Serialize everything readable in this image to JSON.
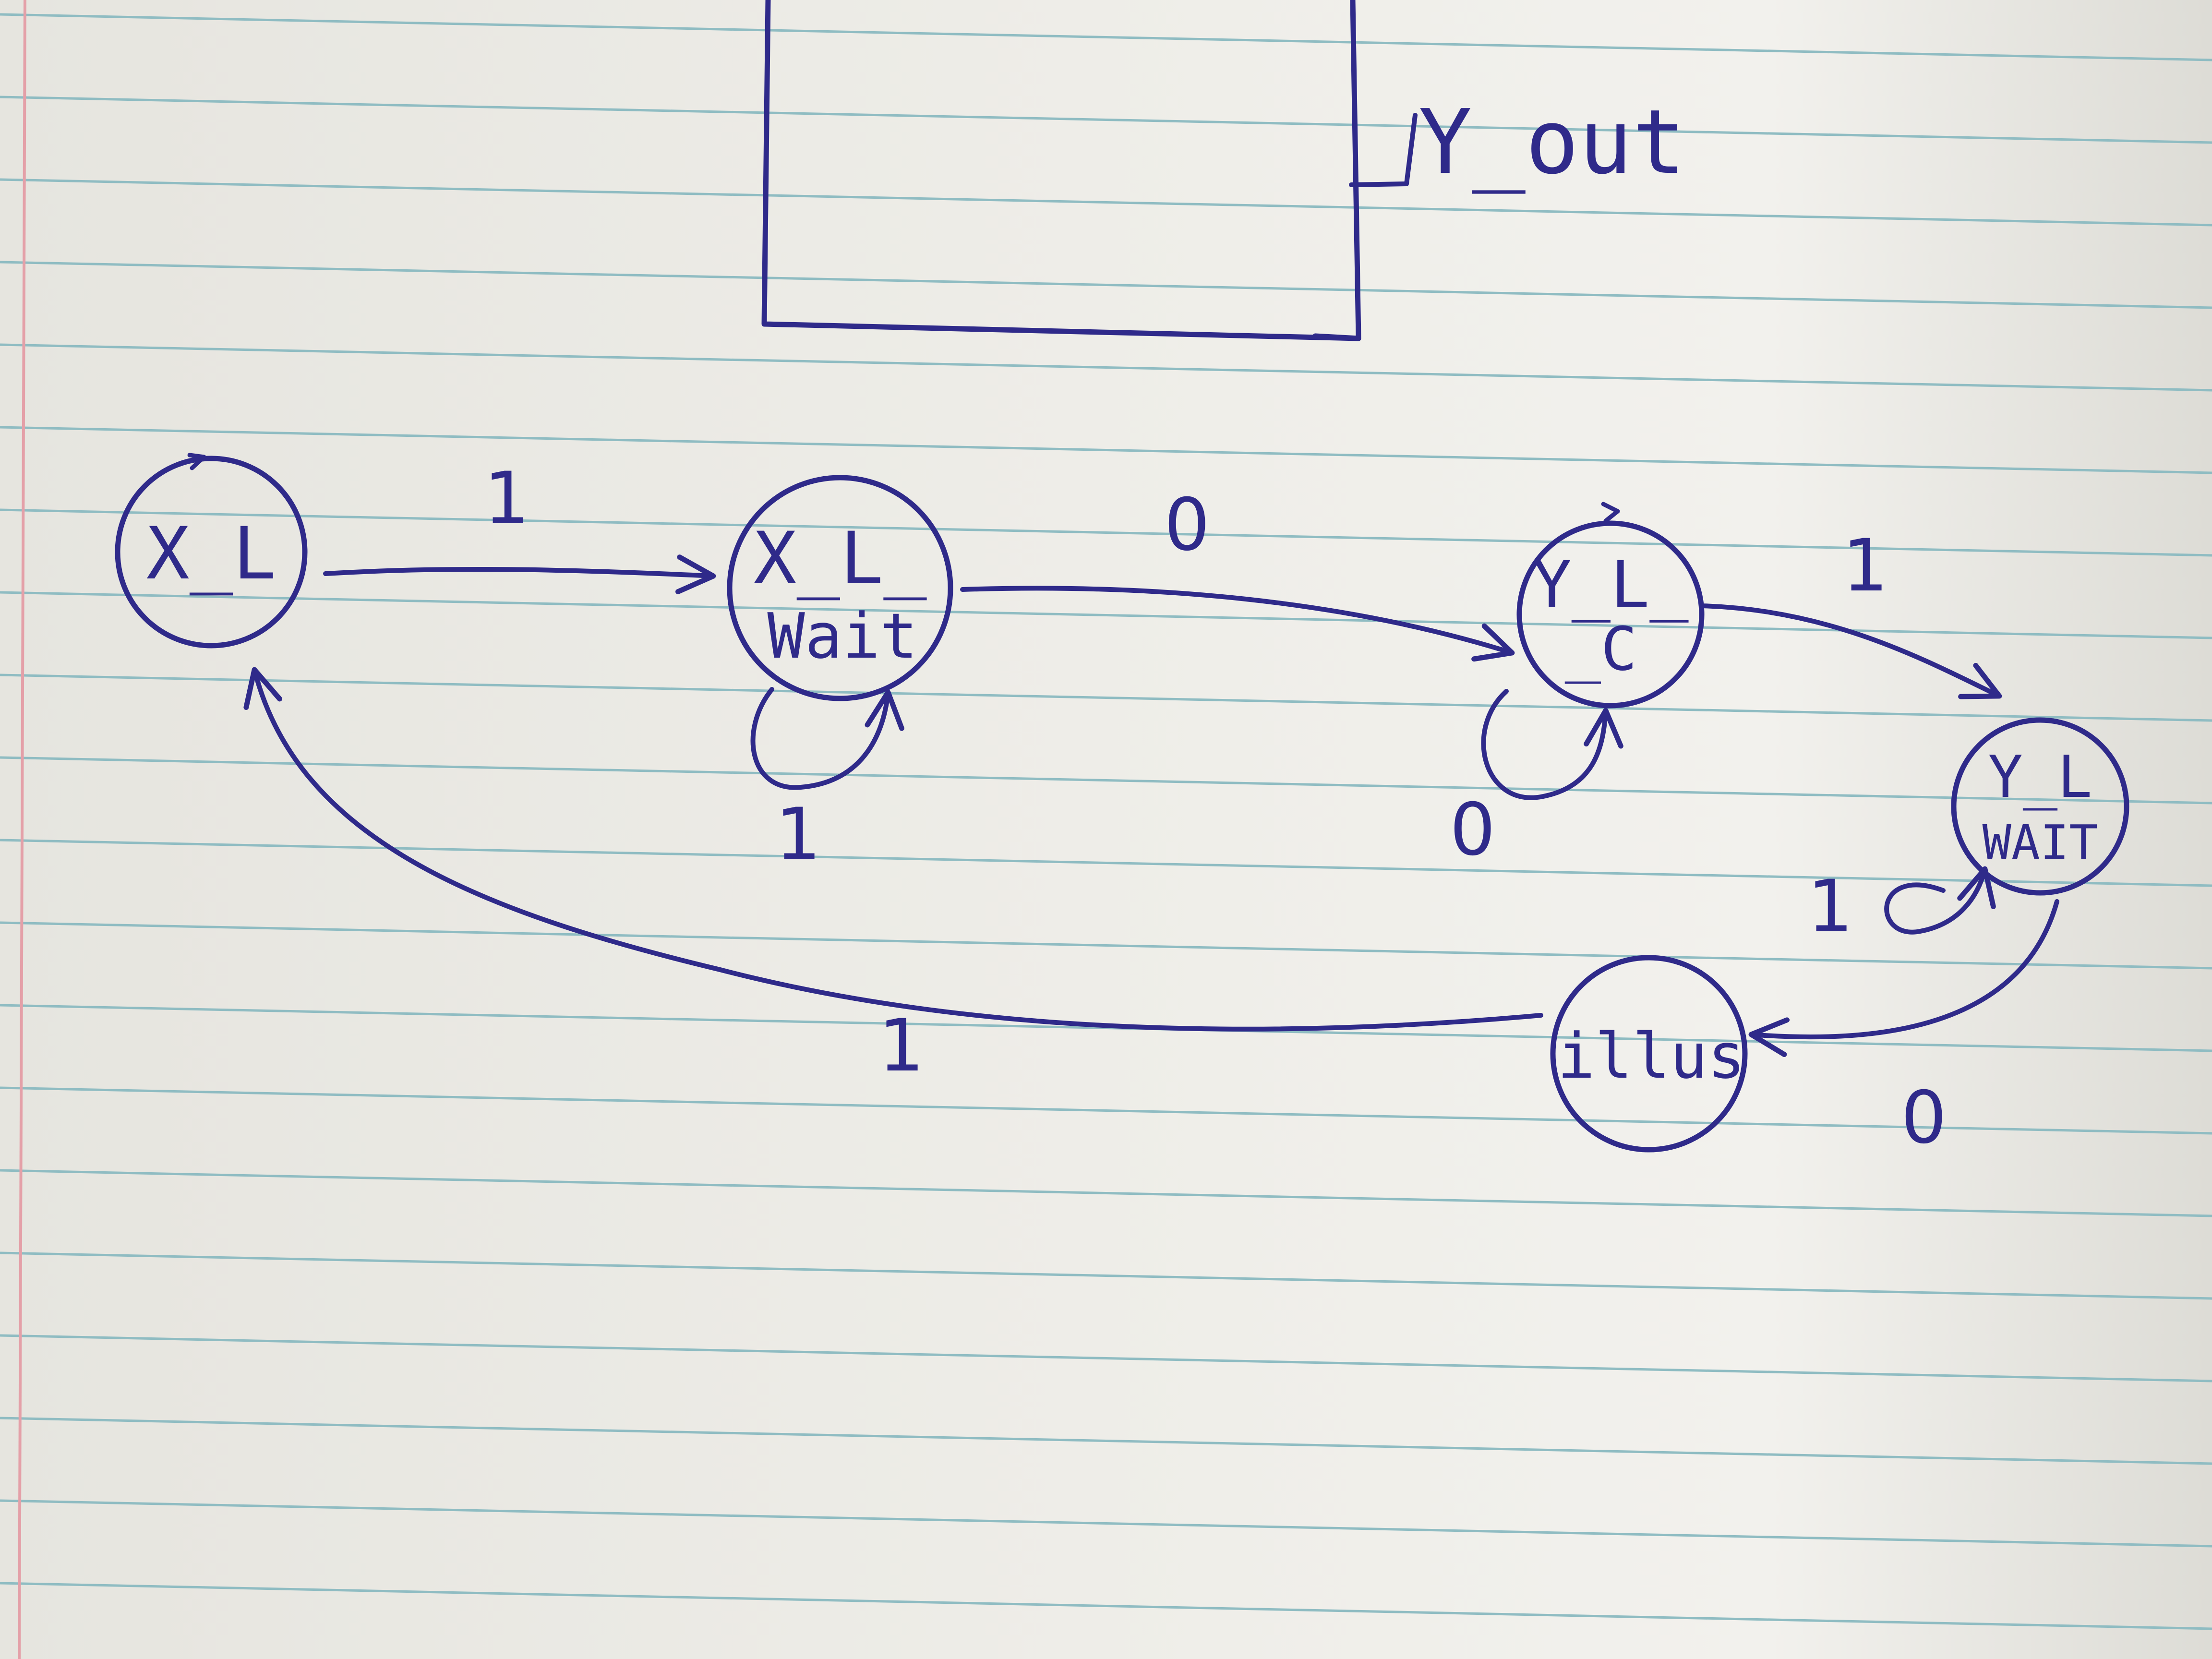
{
  "block": {
    "output_label": "Y_out"
  },
  "states": {
    "x_l": {
      "label": "X_L"
    },
    "x_l_wait": {
      "line1": "X_L_",
      "line2": "Wait"
    },
    "y_l_c": {
      "line1": "Y_L_",
      "line2": "_C"
    },
    "y_l_wait": {
      "line1": "Y_L",
      "line2": "WAIT"
    },
    "illus": {
      "label": "illus"
    }
  },
  "transitions": {
    "x_l_to_x_l_wait": "1",
    "x_l_wait_self": "1",
    "x_l_wait_to_y_l_c": "0",
    "y_l_c_self": "0",
    "y_l_c_to_y_l_wait": "1",
    "y_l_wait_self": "1",
    "y_l_wait_to_illus": "0",
    "illus_to_x_l": "1"
  },
  "colors": {
    "ink": "#2f2a8a",
    "paper": "#ecebe6",
    "rule_line": "#8fbcc2",
    "margin_line": "#e4a0a8"
  }
}
